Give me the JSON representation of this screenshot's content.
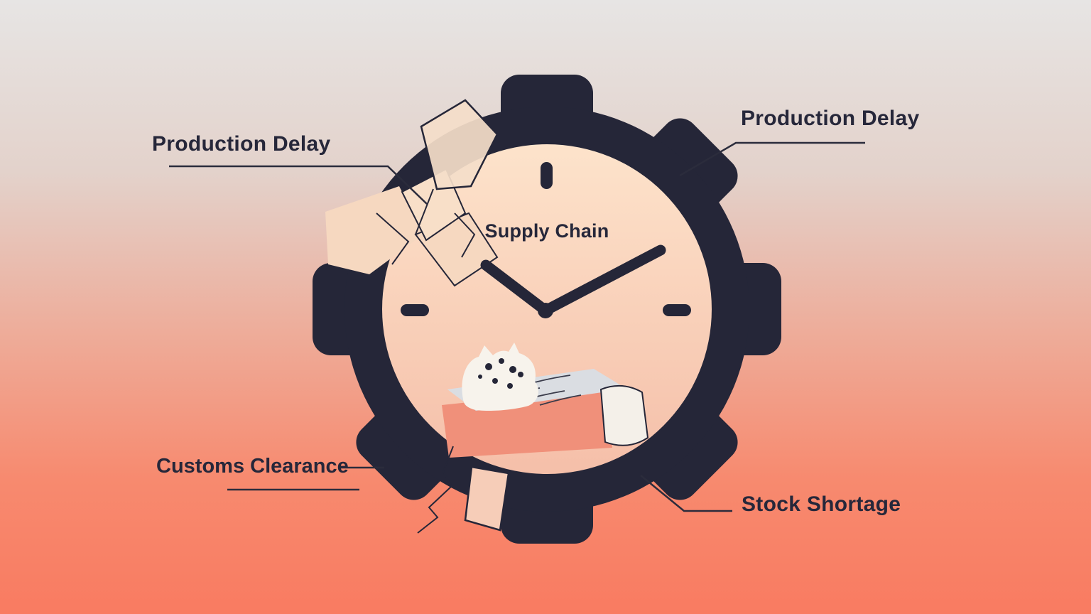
{
  "title": "Supply Chain",
  "labels": {
    "top_left": "Production Delay",
    "top_right": "Production Delay",
    "bottom_left": "Customs Clearance",
    "bottom_right": "Stock Shortage"
  },
  "colors": {
    "ink_navy": "#252638",
    "clock_face_top": "#fde3cb",
    "clock_face_bottom": "#f5bfa9",
    "bed_coral": "#f0907a",
    "mattress_gray": "#dadde2",
    "shard_peach": "#f6d8c0",
    "background_top": "#e7e5e4",
    "background_bottom": "#f97b61"
  }
}
